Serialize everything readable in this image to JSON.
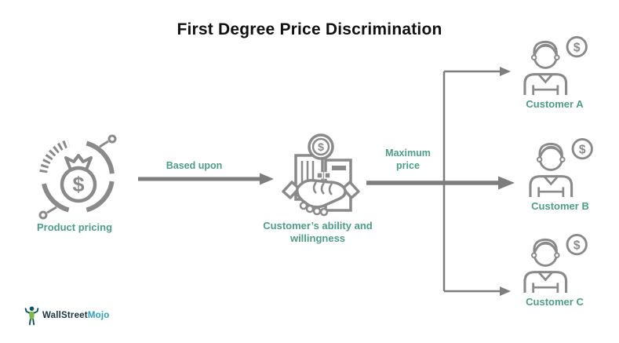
{
  "title": "First Degree Price Discrimination",
  "colors": {
    "accent_teal": "#4f9c87",
    "icon_gray": "#8a8a8a",
    "arrow_gray": "#7d7d7d",
    "title_black": "#111111",
    "logo_dark": "#16333e",
    "logo_teal": "#2f9db4",
    "logo_green": "#7cb94e"
  },
  "glyphs": {
    "dollar": "$"
  },
  "diagram": {
    "source": {
      "label": "Product pricing",
      "icon": "money-bag-circuit-icon"
    },
    "middle": {
      "label_line1": "Customer’s ability and",
      "label_line2": "willingness",
      "icon": "handshake-deal-icon"
    },
    "edge1": {
      "label": "Based upon"
    },
    "edge2": {
      "label_line1": "Maximum",
      "label_line2": "price"
    },
    "customers": [
      {
        "label": "Customer A",
        "icon": "customer-person-icon"
      },
      {
        "label": "Customer B",
        "icon": "customer-person-icon"
      },
      {
        "label": "Customer C",
        "icon": "customer-person-icon"
      }
    ]
  },
  "branding": {
    "name_primary": "WallStreet",
    "name_secondary": "Mojo"
  }
}
